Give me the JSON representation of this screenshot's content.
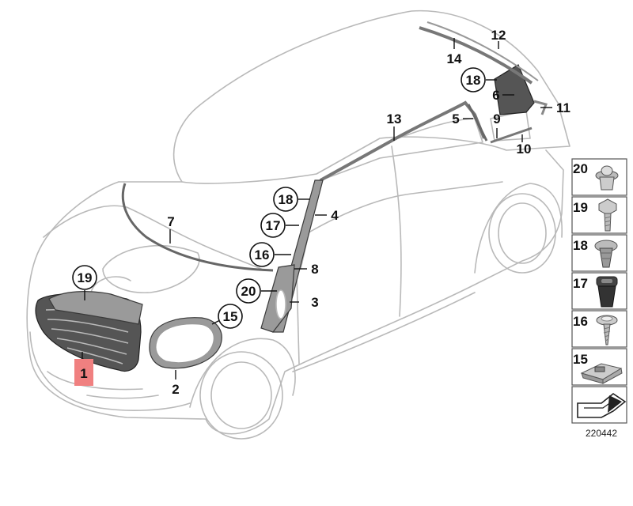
{
  "callouts": [
    {
      "n": "1"
    },
    {
      "n": "2"
    },
    {
      "n": "3"
    },
    {
      "n": "4"
    },
    {
      "n": "5"
    },
    {
      "n": "6"
    },
    {
      "n": "7"
    },
    {
      "n": "8"
    },
    {
      "n": "9"
    },
    {
      "n": "10"
    },
    {
      "n": "11"
    },
    {
      "n": "12"
    },
    {
      "n": "13"
    },
    {
      "n": "14"
    },
    {
      "n": "15"
    },
    {
      "n": "16"
    },
    {
      "n": "17"
    },
    {
      "n": "18"
    },
    {
      "n": "18"
    },
    {
      "n": "19"
    },
    {
      "n": "20"
    }
  ],
  "parts_legend": [
    "20",
    "19",
    "18",
    "17",
    "16",
    "15"
  ],
  "diagram_number": "220442",
  "colors": {
    "highlight": "#f08080",
    "line": "#b9b9b9",
    "part": "#9a9a9a"
  }
}
